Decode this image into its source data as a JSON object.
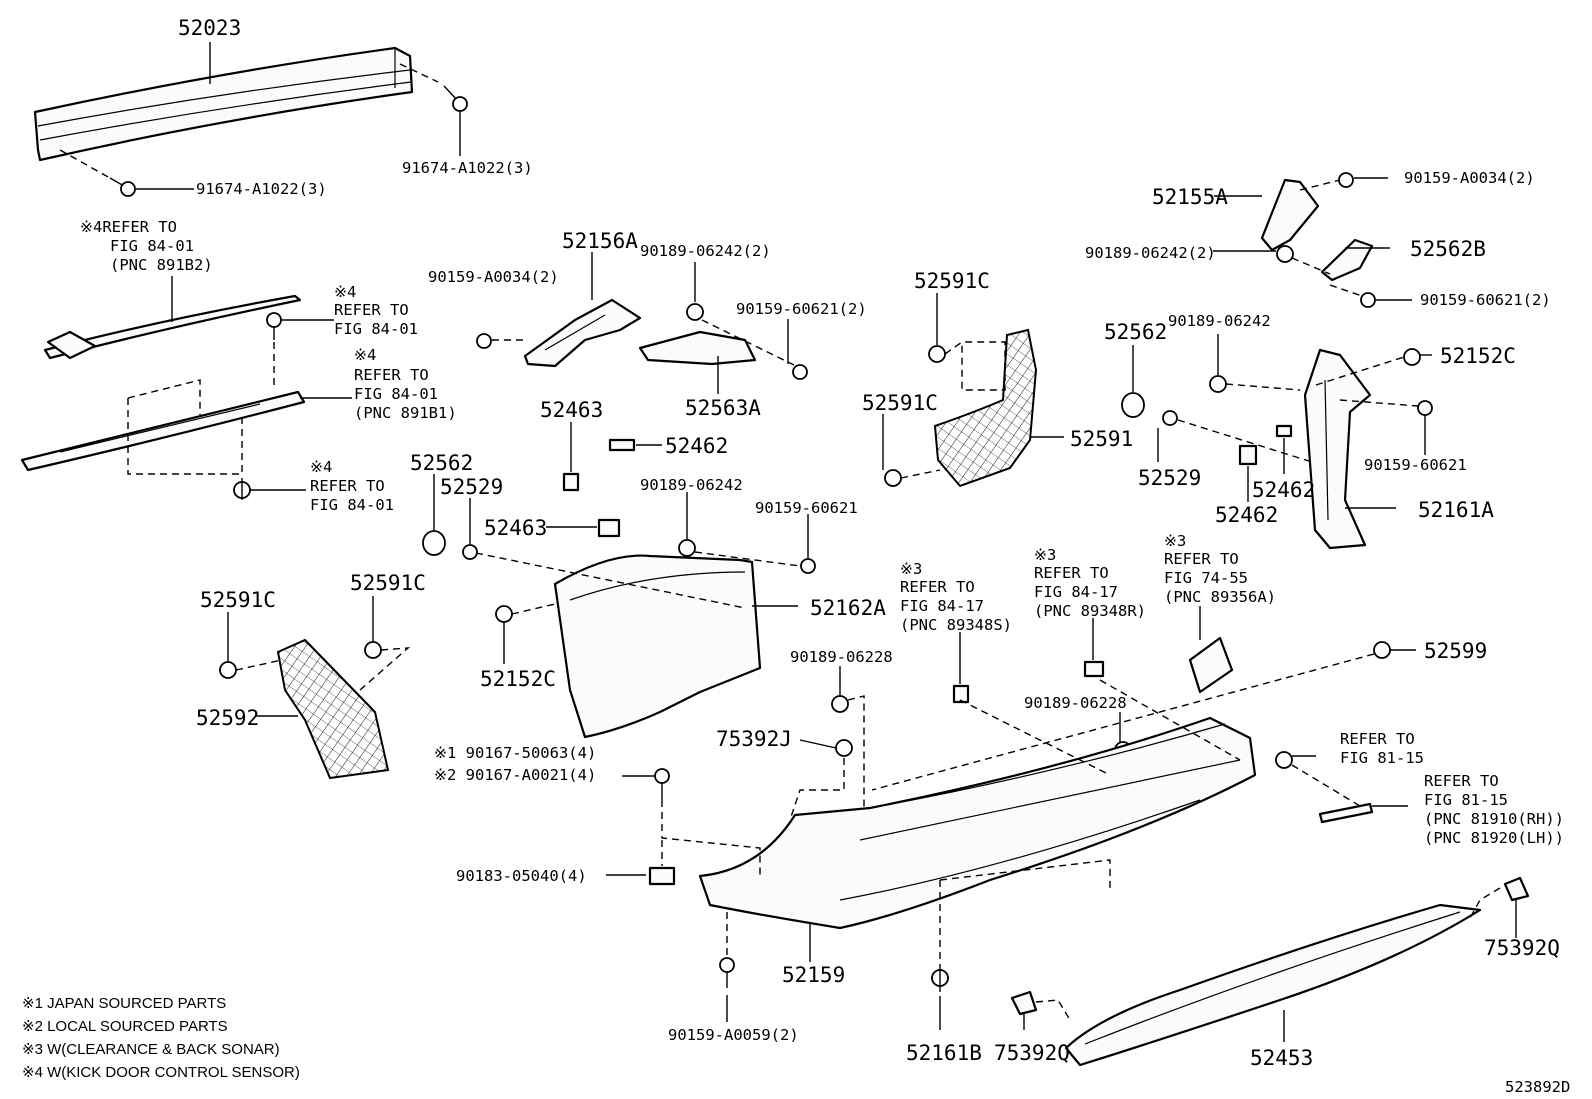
{
  "labels": {
    "p52023": "52023",
    "p91674_top": "91674-A1022(3)",
    "p91674_bot": "91674-A1022(3)",
    "ref4a_1": "※4REFER TO",
    "ref4a_2": "FIG 84-01",
    "ref4a_3": "(PNC 891B2)",
    "ref4b_1": "※4",
    "ref4b_2": "REFER TO",
    "ref4b_3": "FIG 84-01",
    "ref4c_1": "※4",
    "ref4c_2": "REFER TO",
    "ref4c_3": "FIG 84-01",
    "ref4c_4": "(PNC 891B1)",
    "ref4d_1": "※4",
    "ref4d_2": "REFER TO",
    "ref4d_3": "FIG 84-01",
    "p52156A": "52156A",
    "p90159A0034_l": "90159-A0034(2)",
    "p90189_06242_2_l": "90189-06242(2)",
    "p90159_60621_2_l": "90159-60621(2)",
    "p52563A": "52563A",
    "p52463_a": "52463",
    "p52462_a": "52462",
    "p52463_b": "52463",
    "p90189_06242_m": "90189-06242",
    "p90159_60621_m": "90159-60621",
    "p52562_l": "52562",
    "p52529_l": "52529",
    "p52162A": "52162A",
    "p52152C_l": "52152C",
    "p52591C_a": "52591C",
    "p52591C_b": "52591C",
    "p52592": "52592",
    "p52591C_c": "52591C",
    "p52591C_d": "52591C",
    "p52591": "52591",
    "p52562_r": "52562",
    "p90189_06242_r": "90189-06242",
    "p52529_r": "52529",
    "p52155A": "52155A",
    "p90159A0034_r": "90159-A0034(2)",
    "p90189_06242_2_r": "90189-06242(2)",
    "p52562B": "52562B",
    "p90159_60621_2_r": "90159-60621(2)",
    "p52152C_r": "52152C",
    "p90159_60621_r": "90159-60621",
    "p52462_b": "52462",
    "p52462_c": "52462",
    "p52161A": "52161A",
    "ref3a_1": "※3",
    "ref3a_2": "REFER TO",
    "ref3a_3": "FIG 84-17",
    "ref3a_4": "(PNC 89348S)",
    "ref3b_1": "※3",
    "ref3b_2": "REFER TO",
    "ref3b_3": "FIG 84-17",
    "ref3b_4": "(PNC 89348R)",
    "ref3c_1": "※3",
    "ref3c_2": "REFER TO",
    "ref3c_3": "FIG 74-55",
    "ref3c_4": "(PNC 89356A)",
    "p52599": "52599",
    "p90189_06228_a": "90189-06228",
    "p90189_06228_b": "90189-06228",
    "p75392J": "75392J",
    "p90167_50063": "※1 90167-50063(4)",
    "p90167_A0021": "※2 90167-A0021(4)",
    "p90183": "90183-05040(4)",
    "ref81_1": "REFER TO",
    "ref81_2": "FIG 81-15",
    "ref81b_1": "REFER TO",
    "ref81b_2": "FIG 81-15",
    "ref81b_3": "(PNC 81910(RH))",
    "ref81b_4": "(PNC 81920(LH))",
    "p52159": "52159",
    "p90159A0059": "90159-A0059(2)",
    "p52161B": "52161B",
    "p75392Q_a": "75392Q",
    "p52453": "52453",
    "p75392Q_b": "75392Q",
    "diagram_id": "523892D"
  },
  "notes": [
    "※1 JAPAN SOURCED PARTS",
    "※2 LOCAL SOURCED PARTS",
    "※3 W(CLEARANCE & BACK SONAR)",
    "※4 W(KICK DOOR CONTROL SENSOR)"
  ]
}
